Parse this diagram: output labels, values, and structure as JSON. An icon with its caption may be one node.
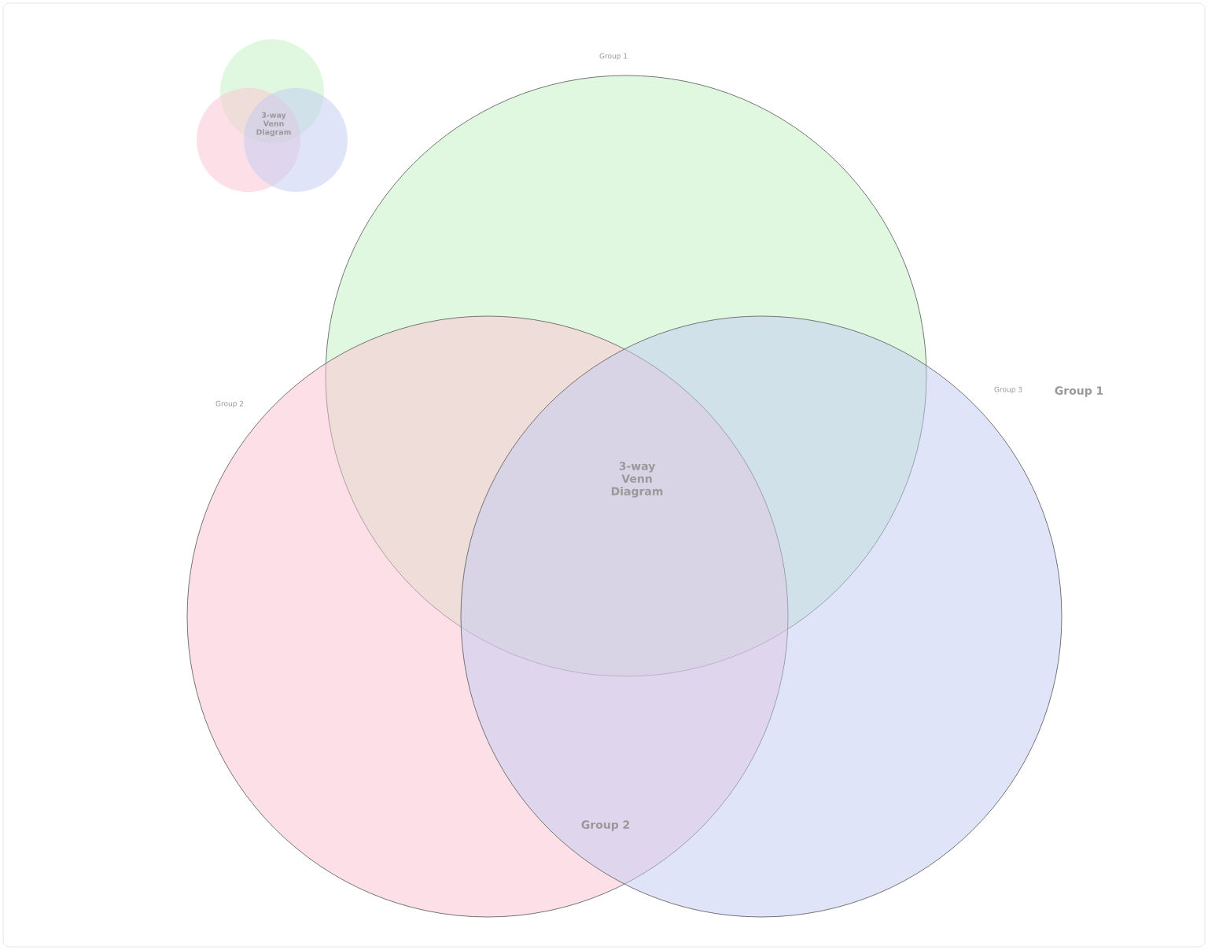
{
  "diagram": {
    "nodes": [
      {
        "text": [],
        "shape": "circle"
      },
      {
        "text": [],
        "shape": "circle"
      },
      {
        "text": [],
        "shape": "circle"
      },
      {
        "text": [],
        "shape": "circle",
        "beside": [
          "Group 1"
        ]
      },
      {
        "text": [],
        "shape": "circle",
        "beside": [
          "Group 2"
        ]
      },
      {
        "text": [],
        "shape": "circle",
        "beside": [
          "Group 3"
        ]
      }
    ],
    "labels": [
      "3-way Venn Diagram",
      "3-way Venn Diagram",
      "Group 1",
      "Group 2"
    ]
  }
}
